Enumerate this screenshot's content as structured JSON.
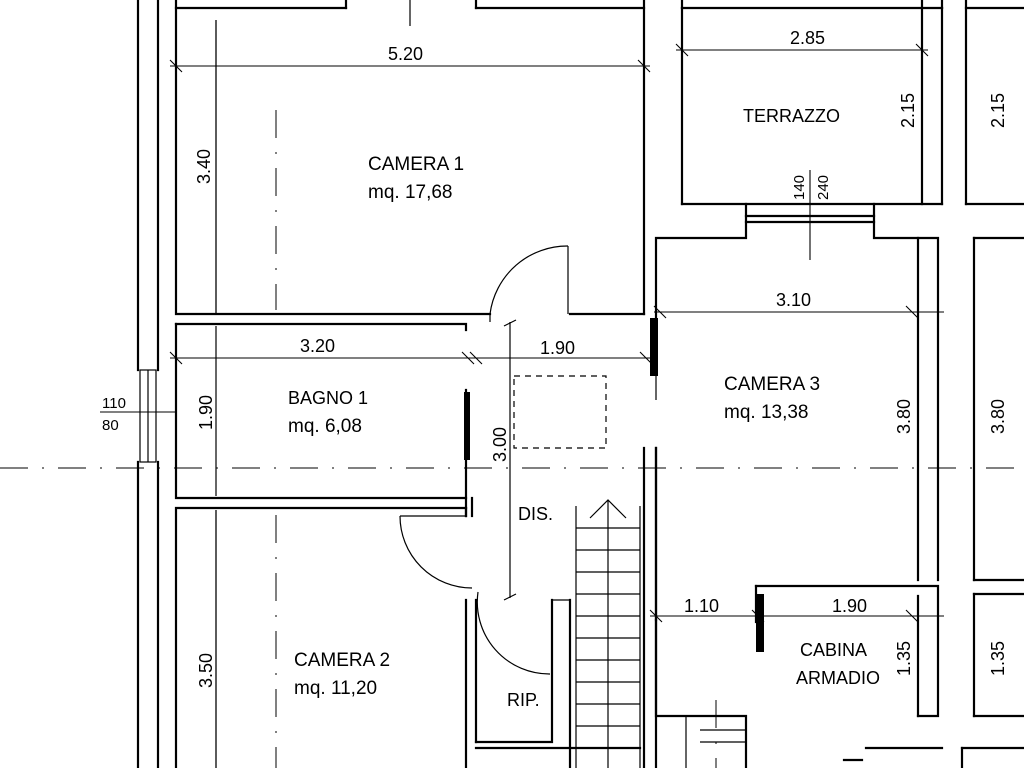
{
  "rooms": {
    "camera1": {
      "name": "CAMERA 1",
      "area": "mq. 17,68"
    },
    "camera2": {
      "name": "CAMERA 2",
      "area": "mq. 11,20"
    },
    "camera3": {
      "name": "CAMERA 3",
      "area": "mq. 13,38"
    },
    "bagno1": {
      "name": "BAGNO 1",
      "area": "mq. 6,08"
    },
    "terrazzo": {
      "name": "TERRAZZO"
    },
    "cabina": {
      "line1": "CABINA",
      "line2": "ARMADIO"
    },
    "dis": {
      "name": "DIS."
    },
    "rip": {
      "name": "RIP."
    }
  },
  "dimensions": {
    "camera1_width": "5.20",
    "camera1_depth": "3.40",
    "terrazzo_width": "2.85",
    "terrazzo_depth": "2.15",
    "terrazzo_depth_right": "2.15",
    "window_140": "140",
    "window_240": "240",
    "camera3_width": "3.10",
    "camera3_depth": "3.80",
    "camera3_depth_right": "3.80",
    "bagno_width": "3.20",
    "bagno_depth": "1.90",
    "dis_width": "1.90",
    "dis_length": "3.00",
    "window_110": "110",
    "window_80": "80",
    "camera2_depth": "3.50",
    "cabina_left": "1.10",
    "cabina_width": "1.90",
    "cabina_depth": "1.35",
    "cabina_depth_right": "1.35"
  }
}
